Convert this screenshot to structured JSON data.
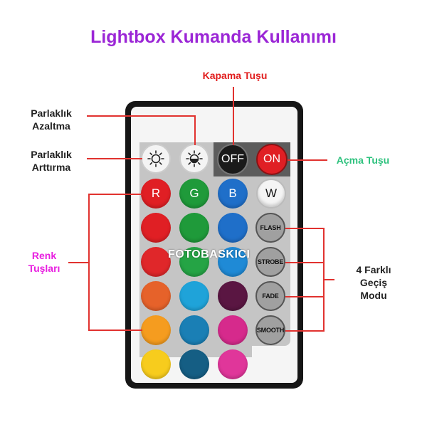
{
  "title": "Lightbox Kumanda Kullanımı",
  "labels": {
    "off_key": "Kapama Tuşu",
    "on_key": "Açma Tuşu",
    "dim_down_1": "Parlaklık",
    "dim_down_2": "Azaltma",
    "dim_up_1": "Parlaklık",
    "dim_up_2": "Arttırma",
    "color_1": "Renk",
    "color_2": "Tuşları",
    "modes_1": "4 Farklı",
    "modes_2": "Geçiş",
    "modes_3": "Modu"
  },
  "watermark": "FOTOBASKICI",
  "buttons": {
    "off": "OFF",
    "on": "ON",
    "r": "R",
    "g": "G",
    "b": "B",
    "w": "W",
    "flash": "FLASH",
    "strobe": "STROBE",
    "fade": "FADE",
    "smooth": "SMOOTH"
  },
  "colors": {
    "title": "#9b26d6",
    "off_label": "#e11d1d",
    "on_label": "#2ec27e",
    "renk_label": "#e81ee0",
    "leader": "#e1322f",
    "grid": [
      [
        "#e01f24",
        "#1f9a3a",
        "#1f6fc9"
      ],
      [
        "#e0272a",
        "#25a445",
        "#1f8ad6"
      ],
      [
        "#e6622a",
        "#1fa3d9",
        "#5a1642"
      ],
      [
        "#f59c1f",
        "#1a7fb5",
        "#d62a8c"
      ],
      [
        "#f7cc1d",
        "#155e84",
        "#e0369a"
      ]
    ]
  }
}
